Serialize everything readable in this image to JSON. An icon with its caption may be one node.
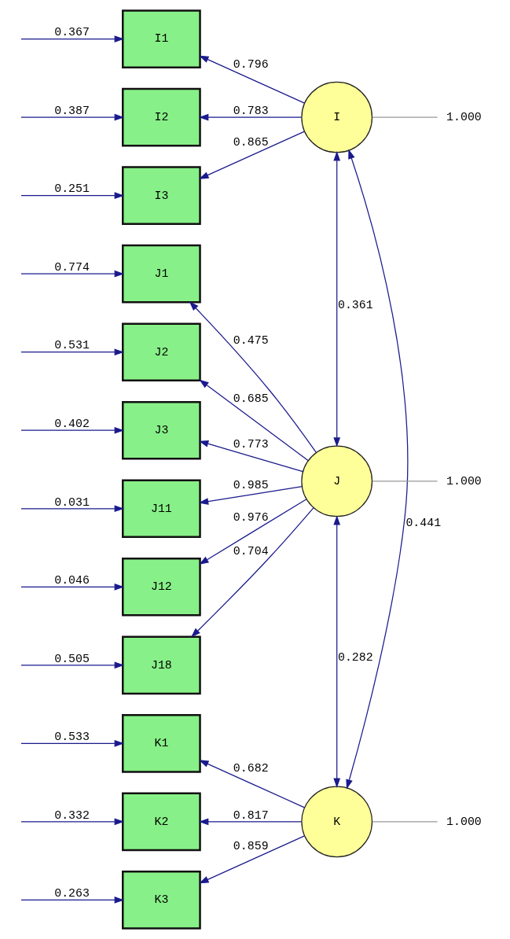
{
  "diagram": {
    "nodes": [
      {
        "text": [
          "I1"
        ]
      },
      {
        "text": [
          "I2"
        ]
      },
      {
        "text": [
          "I3"
        ]
      },
      {
        "text": [
          "J1"
        ]
      },
      {
        "text": [
          "J2"
        ]
      },
      {
        "text": [
          "J3"
        ]
      },
      {
        "text": [
          "J11"
        ]
      },
      {
        "text": [
          "J12"
        ]
      },
      {
        "text": [
          "J18"
        ]
      },
      {
        "text": [
          "K1"
        ]
      },
      {
        "text": [
          "K2"
        ]
      },
      {
        "text": [
          "K3"
        ]
      },
      {
        "text": [
          "I"
        ]
      },
      {
        "text": [
          "J"
        ]
      },
      {
        "text": [
          "K"
        ]
      },
      {
        "text": [
          "1.000"
        ]
      },
      {
        "text": [
          "1.000"
        ]
      },
      {
        "text": [
          "1.000"
        ]
      }
    ],
    "edges": [
      {
        "from": null,
        "to": 0,
        "arrow": "to",
        "label": "0.367"
      },
      {
        "from": null,
        "to": 1,
        "arrow": "to",
        "label": "0.387"
      },
      {
        "from": null,
        "to": 2,
        "arrow": "to",
        "label": "0.251"
      },
      {
        "from": null,
        "to": 3,
        "arrow": "to",
        "label": "0.774"
      },
      {
        "from": null,
        "to": 4,
        "arrow": "to",
        "label": "0.531"
      },
      {
        "from": null,
        "to": 5,
        "arrow": "to",
        "label": "0.402"
      },
      {
        "from": null,
        "to": 6,
        "arrow": "to",
        "label": "0.031"
      },
      {
        "from": null,
        "to": 7,
        "arrow": "to",
        "label": "0.046"
      },
      {
        "from": null,
        "to": 8,
        "arrow": "to",
        "label": "0.505"
      },
      {
        "from": null,
        "to": 9,
        "arrow": "to",
        "label": "0.533"
      },
      {
        "from": null,
        "to": 10,
        "arrow": "to",
        "label": "0.332"
      },
      {
        "from": null,
        "to": 11,
        "arrow": "to",
        "label": "0.263"
      },
      {
        "from": 12,
        "to": 0,
        "arrow": "to",
        "label": "0.796"
      },
      {
        "from": 12,
        "to": 1,
        "arrow": "to",
        "label": "0.783"
      },
      {
        "from": 12,
        "to": 2,
        "arrow": "to",
        "label": "0.865"
      },
      {
        "from": 13,
        "to": 3,
        "arrow": "to",
        "label": "0.475"
      },
      {
        "from": 13,
        "to": 4,
        "arrow": "to",
        "label": "0.685"
      },
      {
        "from": 13,
        "to": 5,
        "arrow": "to",
        "label": "0.773"
      },
      {
        "from": 13,
        "to": 6,
        "arrow": "to",
        "label": "0.985"
      },
      {
        "from": 13,
        "to": 7,
        "arrow": "to",
        "label": "0.976"
      },
      {
        "from": 13,
        "to": 8,
        "arrow": "to",
        "label": "0.704"
      },
      {
        "from": 14,
        "to": 9,
        "arrow": "to",
        "label": "0.682"
      },
      {
        "from": 14,
        "to": 10,
        "arrow": "to",
        "label": "0.817"
      },
      {
        "from": 14,
        "to": 11,
        "arrow": "to",
        "label": "0.859"
      },
      {
        "from": 12,
        "to": 15,
        "arrow": "none",
        "color": "#999999"
      },
      {
        "from": 13,
        "to": 16,
        "arrow": "none",
        "color": "#999999"
      },
      {
        "from": 14,
        "to": 17,
        "arrow": "none",
        "color": "#999999"
      },
      {
        "from": 12,
        "to": 13,
        "arrow": "both",
        "label": "0.361"
      },
      {
        "from": 12,
        "to": 14,
        "arrow": "both",
        "label": "0.441"
      },
      {
        "from": 13,
        "to": 14,
        "arrow": "both",
        "label": "0.282"
      }
    ]
  }
}
